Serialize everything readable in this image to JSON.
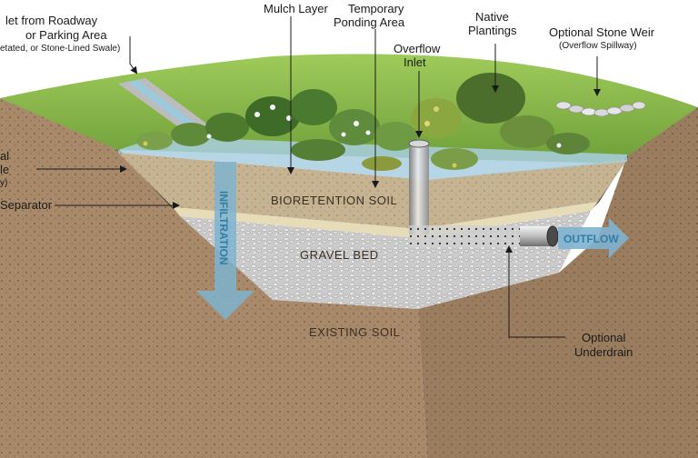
{
  "labels": {
    "inlet_line1": "let from Roadway",
    "inlet_line2": "or Parking Area",
    "inlet_line3": "etated, or Stone-Lined Swale)",
    "mulch": "Mulch Layer",
    "ponding_line1": "Temporary",
    "ponding_line2": "Ponding Area",
    "native_line1": "Native",
    "native_line2": "Plantings",
    "overflow_line1": "Overflow",
    "overflow_line2": "Inlet",
    "weir_line1": "Optional Stone Weir",
    "weir_line2": "(Overflow Spillway)",
    "slope_line1": "al",
    "slope_line2": "le",
    "slope_line3": "y)",
    "separator": "Separator",
    "underdrain_line1": "Optional",
    "underdrain_line2": "Underdrain"
  },
  "layers": {
    "bioretention": "BIORETENTION SOIL",
    "gravel": "GRAVEL BED",
    "existing": "EXISTING SOIL"
  },
  "flows": {
    "infiltration": "INFILTRATION",
    "outflow": "OUTFLOW"
  },
  "colors": {
    "grass": "#8dbb4f",
    "existing_soil": "#a88a6b",
    "bioretention_soil": "#c2b08e",
    "gravel": "#cfcfcf",
    "water": "#a9cfe0",
    "arrow": "#7fb3cf"
  }
}
